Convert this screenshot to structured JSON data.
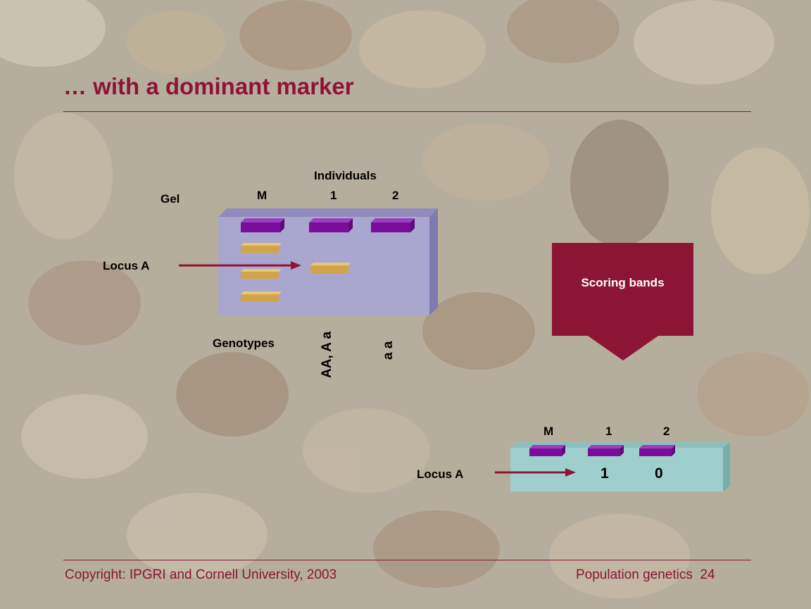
{
  "slide": {
    "title": "… with a dominant marker",
    "footer_left": "Copyright: IPGRI and Cornell University, 2003",
    "footer_right": "Population genetics  24"
  },
  "gel": {
    "label": "Gel",
    "individuals_label": "Individuals",
    "lanes": [
      "M",
      "1",
      "2"
    ],
    "locus_label": "Locus A",
    "genotypes_label": "Genotypes",
    "genotypes": [
      "AA, A a",
      "a a"
    ]
  },
  "scoring": {
    "arrow_label": "Scoring bands",
    "lanes": [
      "M",
      "1",
      "2"
    ],
    "locus_label": "Locus A",
    "scores": [
      "1",
      "0"
    ]
  },
  "colors": {
    "accent": "#8c1535",
    "gel_face": "#a9a6cf",
    "score_face": "#9fcfcc",
    "well": "#7a0e9a",
    "band": "#d2a44a"
  }
}
